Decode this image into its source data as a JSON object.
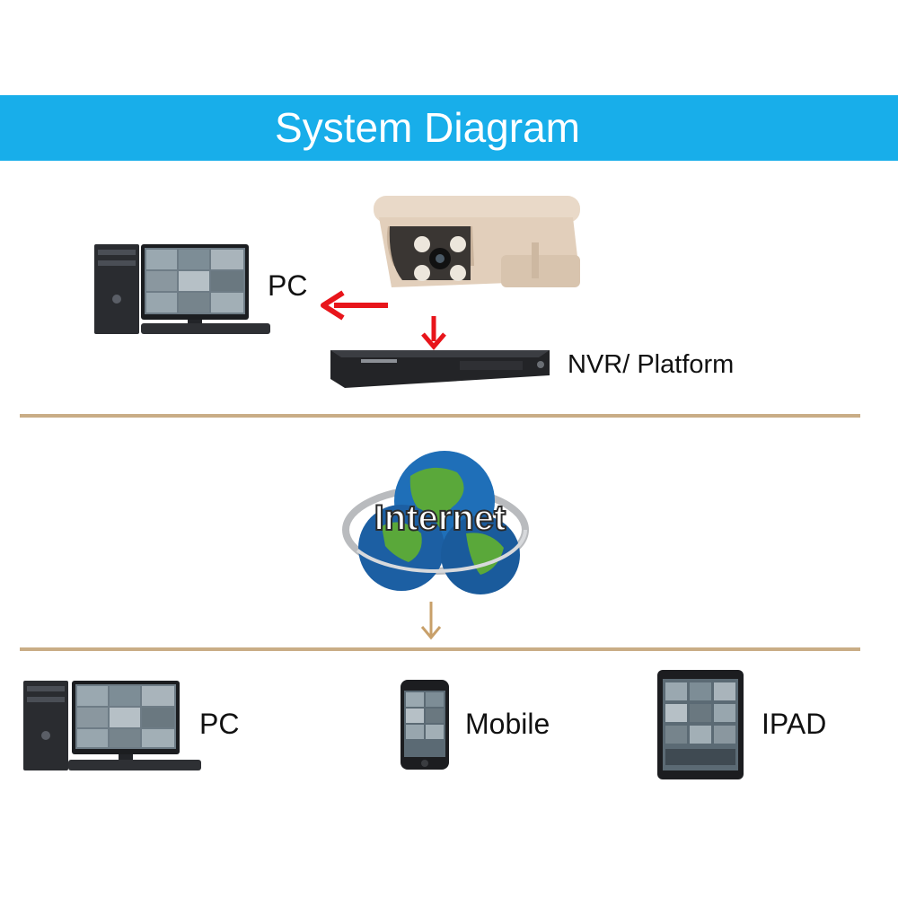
{
  "title": "System Diagram",
  "top_section": {
    "pc_label": "PC",
    "nvr_label": "NVR/ Platform"
  },
  "internet": {
    "label": "Internet"
  },
  "clients": [
    {
      "label": "PC",
      "icon": "pc-workstation-icon"
    },
    {
      "label": "Mobile",
      "icon": "mobile-phone-icon"
    },
    {
      "label": "IPAD",
      "icon": "tablet-icon"
    }
  ],
  "colors": {
    "title_bar": "#18aeea",
    "divider": "#c9ad86",
    "arrow_red": "#e8151b",
    "arrow_tan": "#c8a06a",
    "globe_blue": "#1f6fb8",
    "globe_green": "#5aa83a"
  }
}
